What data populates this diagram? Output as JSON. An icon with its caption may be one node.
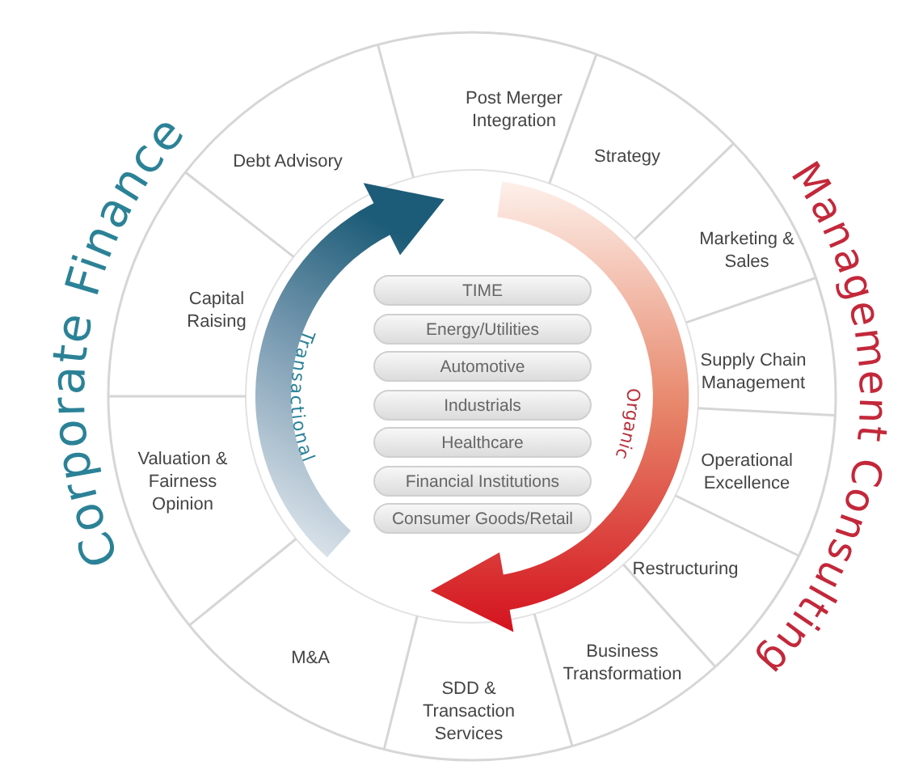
{
  "diagram": {
    "nodes": [
      {
        "text": [
          "Post Merger Integration"
        ]
      },
      {
        "text": [
          "Strategy"
        ]
      },
      {
        "text": [
          "Marketing & Sales"
        ]
      },
      {
        "text": [
          "Supply Chain Management"
        ]
      },
      {
        "text": [
          "Operational Excellence"
        ]
      },
      {
        "text": [
          "Restructuring"
        ]
      },
      {
        "text": [
          "Business Transformation"
        ]
      },
      {
        "text": [
          "SDD & Transaction Services"
        ]
      },
      {
        "text": [
          "M&A"
        ]
      },
      {
        "text": [
          "Valuation & Fairness Opinion"
        ]
      },
      {
        "text": [
          "Capital Raising"
        ]
      },
      {
        "text": [
          "Debt Advisory"
        ]
      },
      {
        "text": [
          "TIME"
        ]
      },
      {
        "text": [
          "Energy/Utilities"
        ]
      },
      {
        "text": [
          "Automotive"
        ]
      },
      {
        "text": [
          "Industrials"
        ]
      },
      {
        "text": [
          "Healthcare"
        ]
      },
      {
        "text": [
          "Financial Institutions"
        ]
      },
      {
        "text": [
          "Consumer Goods/Retail"
        ]
      }
    ],
    "edges": [],
    "labels": [
      "Corporate Finance",
      "Transactional",
      "Organic",
      "Management Consulting"
    ]
  }
}
